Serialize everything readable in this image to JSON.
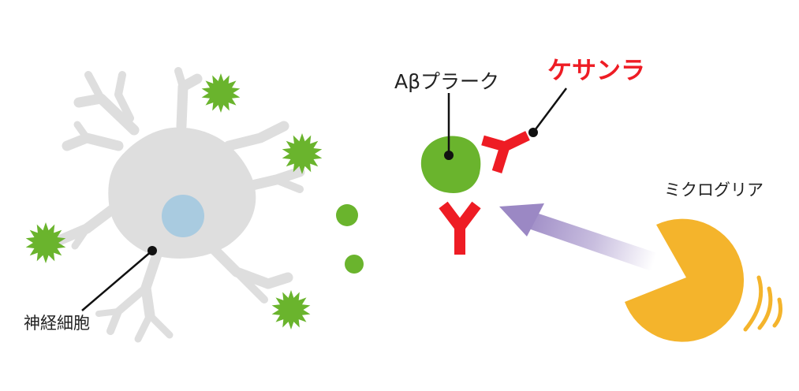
{
  "labels": {
    "neuron": "神経細胞",
    "amyloid_plaque": "Aβプラーク",
    "drug": "ケサンラ",
    "microglia": "ミクログリア"
  },
  "colors": {
    "neuron_body": "#dedede",
    "nucleus": "#a9cbe0",
    "amyloid": "#6ab42d",
    "antibody": "#ee1c24",
    "microglia": "#f4b42c",
    "arrow": "#9b88c4",
    "drug_label": "#ee1c24",
    "text": "#222222",
    "pointer": "#111111"
  },
  "icons": {
    "neuron": "neuron-cell-icon",
    "amyloid_spiky": "spiky-amyloid-icon",
    "antibody": "y-antibody-icon",
    "microglia": "pacman-microglia-icon",
    "motion": "motion-lines-icon"
  }
}
